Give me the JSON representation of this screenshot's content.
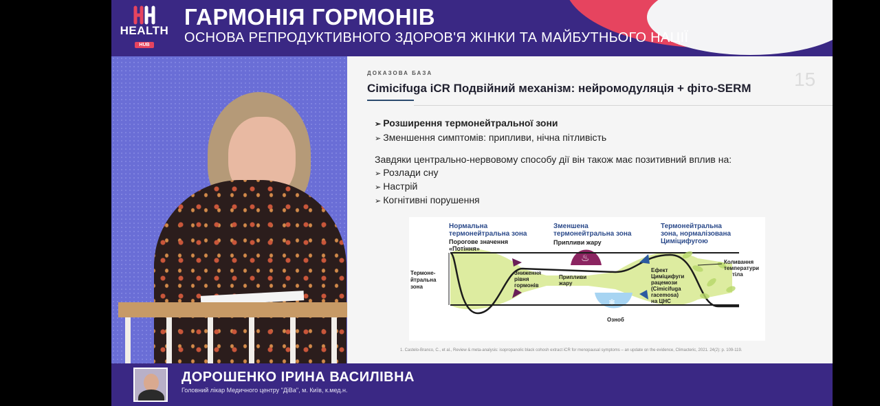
{
  "header": {
    "logo_word": "HEALTH",
    "logo_sub": "HUB",
    "title": "ГАРМОНІЯ ГОРМОНІВ",
    "subtitle": "ОСНОВА РЕПРОДУКТИВНОГО ЗДОРОВ'Я ЖІНКИ ТА МАЙБУТНЬОГО НАЦІЇ"
  },
  "slide": {
    "kicker": "ДОКАЗОВА БАЗА",
    "title": "Cimicifuga iCR Подвійний механізм: нейромодуляція + фіто-SERM",
    "number": "15",
    "bullets": [
      "Розширення термонейтральної зони",
      "Зменшення симптомів: припливи, нічна пітливість"
    ],
    "lead": "Завдяки центрально-нервовому способу дії він також має позитивний вплив на:",
    "bullets2": [
      "Розлади сну",
      "Настрій",
      "Когнітивні порушення"
    ],
    "diagram": {
      "col1_title_1": "Нормальна",
      "col1_title_2": "термонейтральна зона",
      "col1_sub_1": "Порогове значення",
      "col1_sub_2": "«Потіння»",
      "col2_title_1": "Зменшена",
      "col2_title_2": "термонейтральна зона",
      "col2_sub": "Припливи жару",
      "col3_title_1": "Термонейтральна",
      "col3_title_2": "зона, нормалізована",
      "col3_title_3": "Циміцифугою",
      "left_label": [
        "Термоне-",
        "йтральна",
        "зона"
      ],
      "hormone_label": [
        "Зниження",
        "рівня",
        "гормонів"
      ],
      "hot_label": [
        "Припливи",
        "жару"
      ],
      "chill_label": "Озноб",
      "effect_label": [
        "Ефект",
        "Циміцифуги",
        "рацемози",
        "(Cimicifuga",
        "racemosa)",
        "на ЦНС"
      ],
      "temp_label": [
        "Коливання",
        "температури",
        "тіла"
      ]
    },
    "footnote": "1. Castelo-Branco, C., et al., Review & meta-analysis: isopropanolic black cohosh extract iCR for menopausal symptoms – an update on the evidence, Climacteric, 2021. 24(2): p. 109-119."
  },
  "speaker": {
    "name": "ДОРОШЕНКО ІРИНА ВАСИЛІВНА",
    "role": "Головний лікар Медичного центру \"ДіВа\", м. Київ, к.мед.н."
  },
  "colors": {
    "brand_purple": "#3a2884",
    "accent_pink": "#e6445f",
    "accent_cyan": "#27b7e0",
    "diagram_blue": "#2b5aa0",
    "diagram_green": "#b7d86a"
  }
}
